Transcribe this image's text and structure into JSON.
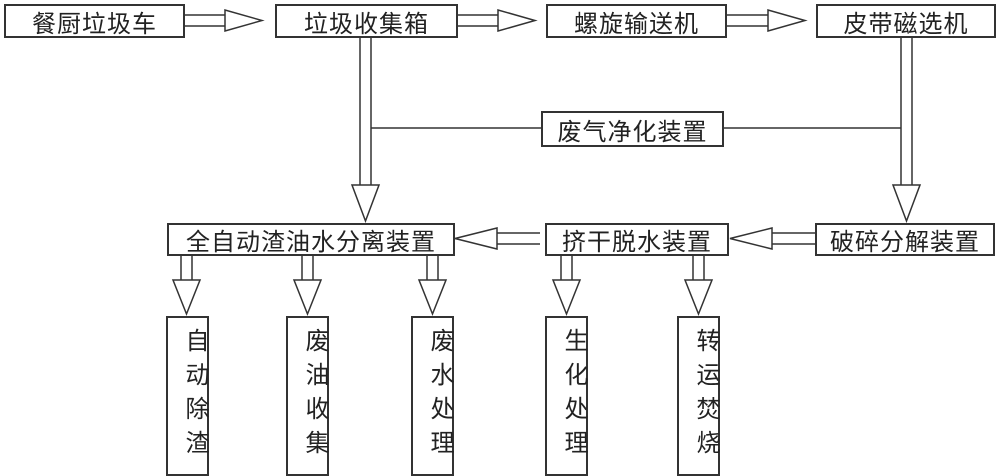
{
  "nodes": {
    "kitchen_truck": "餐厨垃圾车",
    "collection_box": "垃圾收集箱",
    "screw_conveyor": "螺旋输送机",
    "belt_magnetic": "皮带磁选机",
    "exhaust_purify": "废气净化装置",
    "separator": "全自动渣油水分离装置",
    "squeeze_dewater": "挤干脱水装置",
    "crusher": "破碎分解装置",
    "auto_slag": "自动除渣",
    "oil_collect": "废油收集",
    "water_treat": "废水处理",
    "bio_treat": "生化处理",
    "incinerate": "转运焚烧"
  }
}
